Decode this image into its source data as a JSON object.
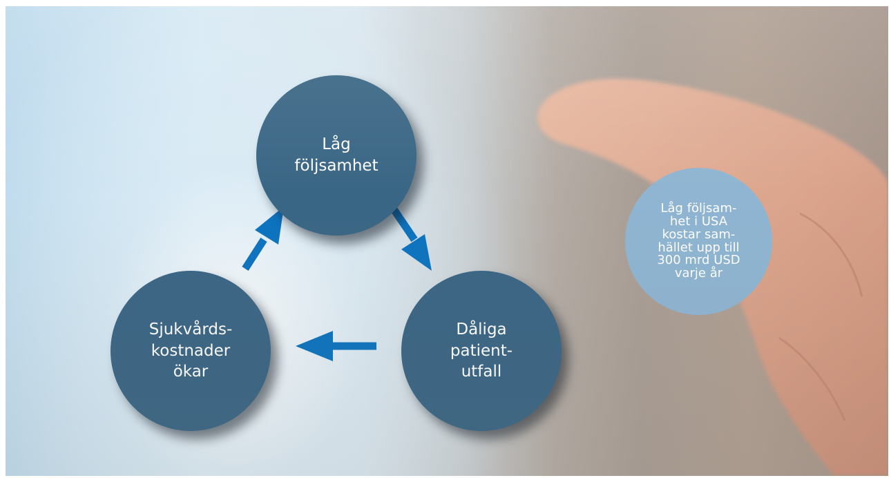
{
  "diagram": {
    "nodes": {
      "top": "Låg\nföljsamhet",
      "right": "Dåliga\npatient-\nutfall",
      "left": "Sjukvårds-\nkostnader\nökar"
    },
    "callout": "Låg följsam-\nhet i USA\nkostar sam-\nhället upp till\n300 mrd USD\nvarje år"
  },
  "colors": {
    "node_fill": "#3a6685",
    "callout_fill": "#8fb5d2",
    "arrow": "#0d73bf",
    "text": "#ffffff"
  }
}
